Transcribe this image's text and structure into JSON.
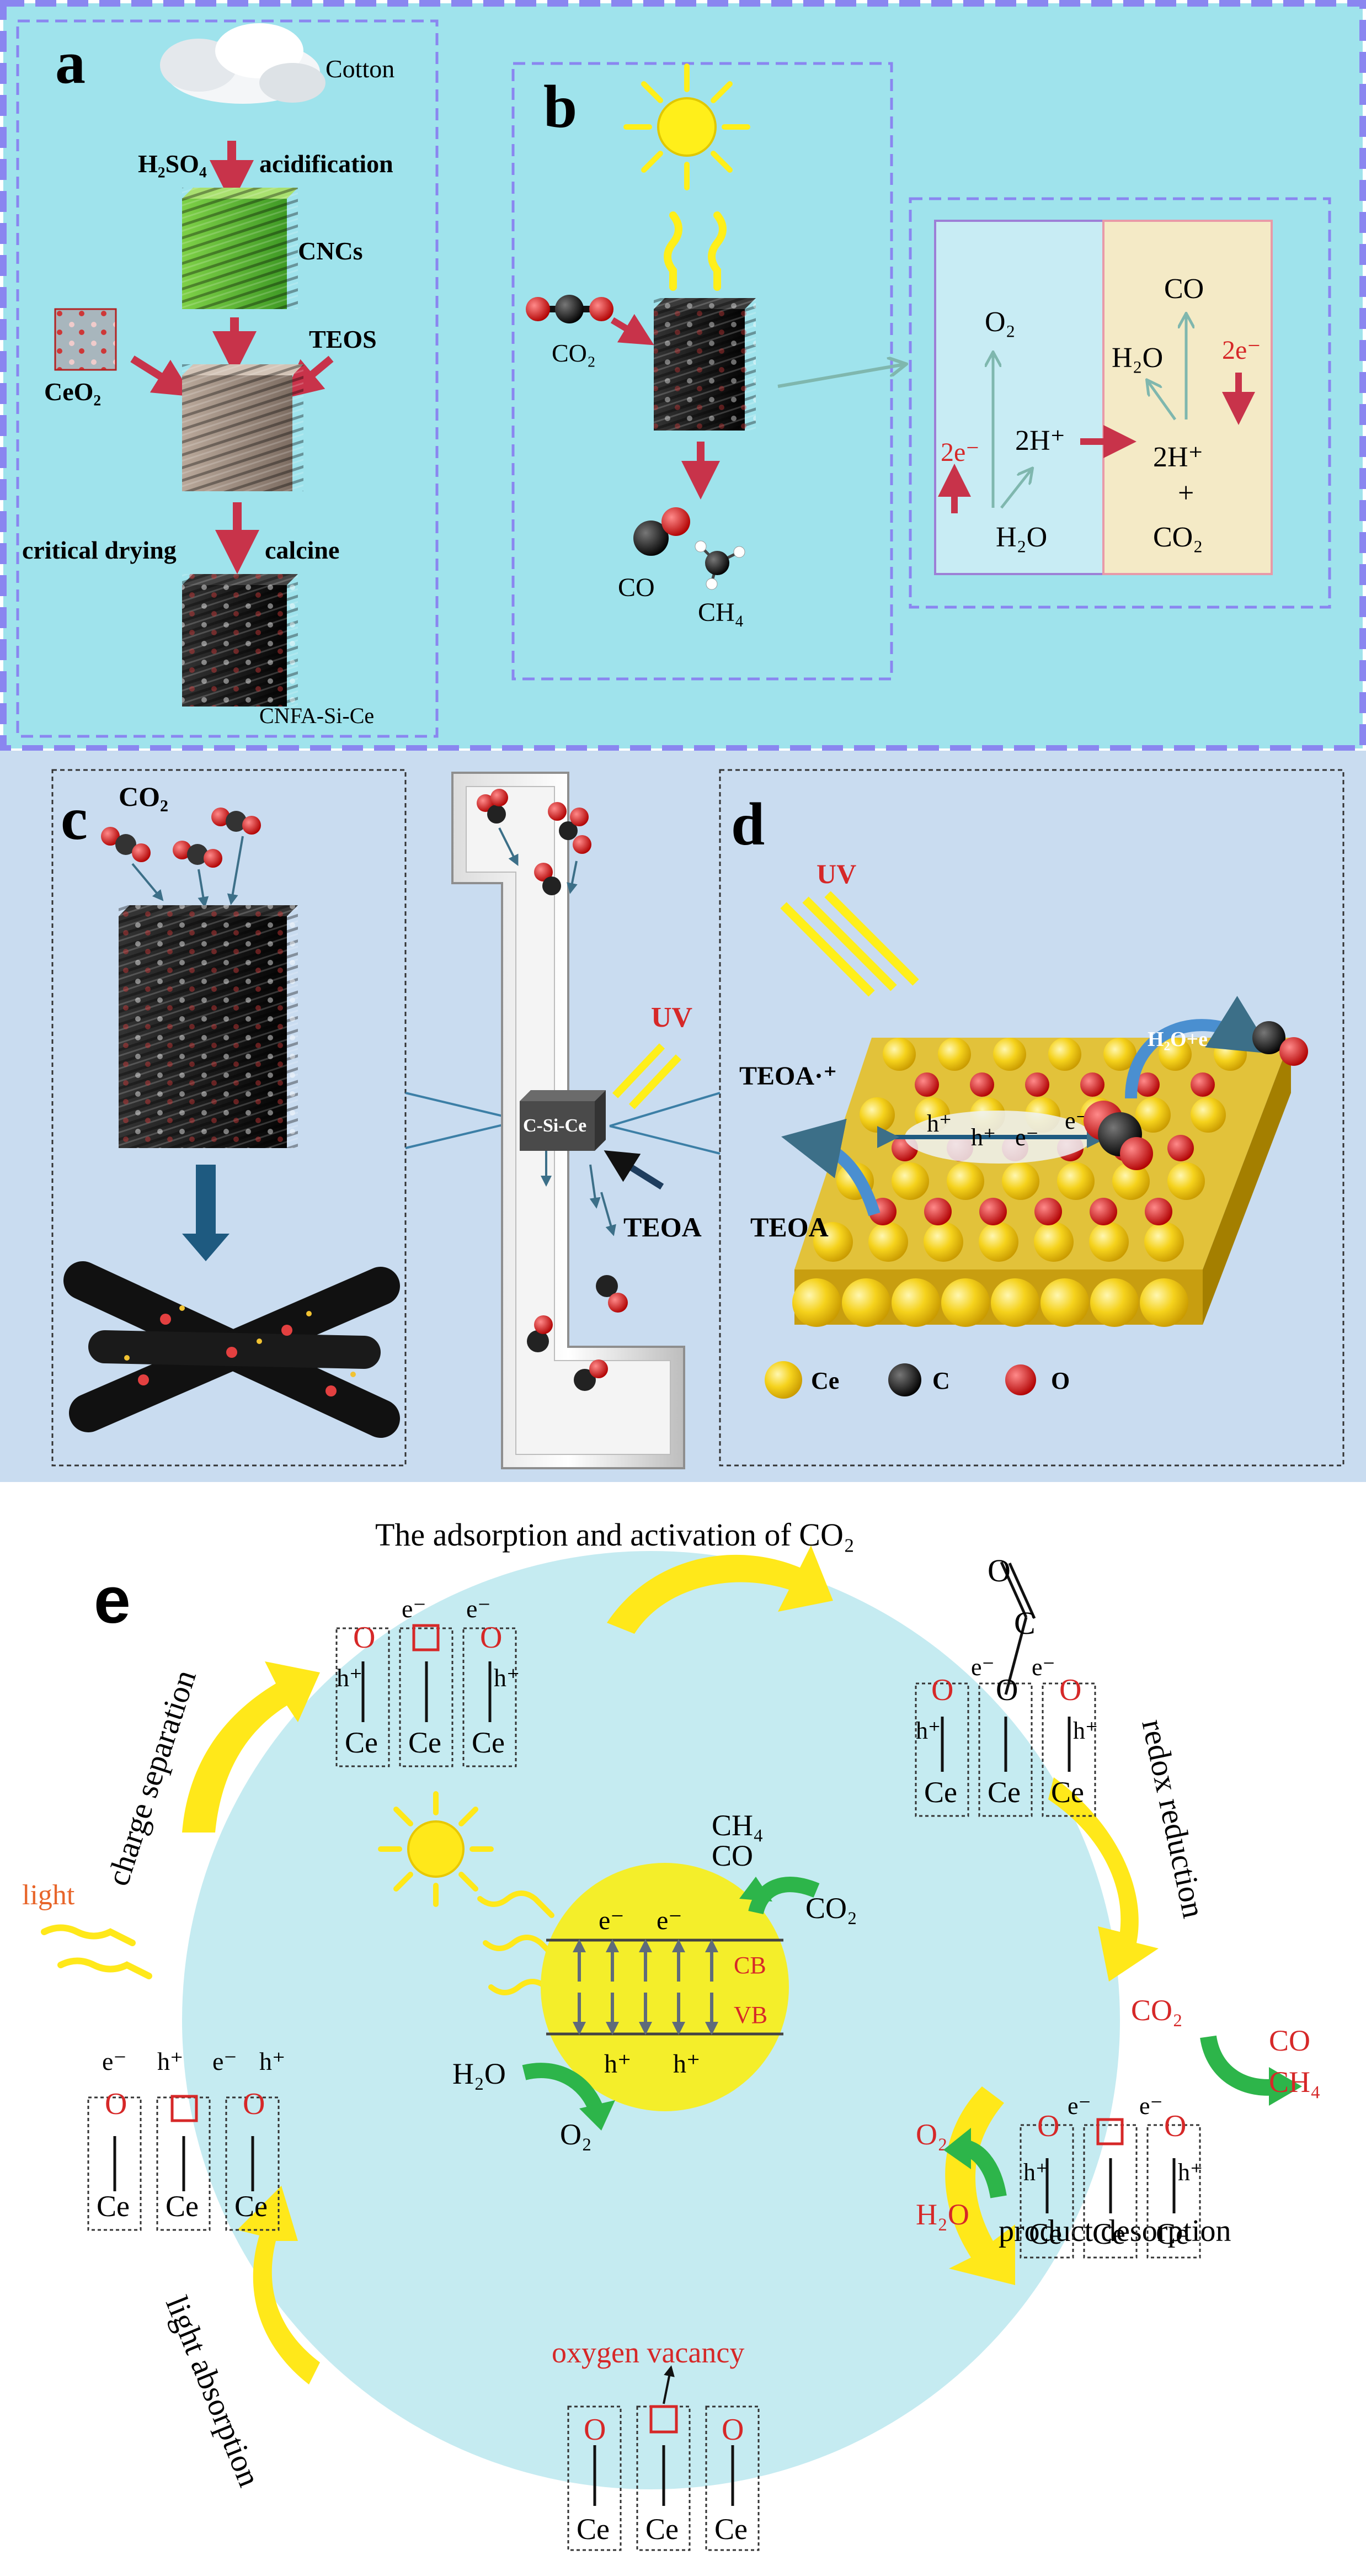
{
  "colors": {
    "panel_ab_bg": "#9fe3ec",
    "panel_cd_bg": "#c9dcf0",
    "panel_e_circle": "#c5ebf1",
    "arrow_red": "#c8334a",
    "sun_yellow": "#ffef1a",
    "product_green": "#2db54a",
    "cb_yellow": "#f4ee2a",
    "dashed_purple": "#8a86f0",
    "red_text": "#d62828",
    "orange_text": "#e8652a"
  },
  "panel_a": {
    "letter": "a",
    "cotton": "Cotton",
    "acid_reagent": "H₂SO₄",
    "acidification": "acidification",
    "cncs": "CNCs",
    "ceo2": "CeO₂",
    "teos": "TEOS",
    "critical_drying": "critical drying",
    "calcine": "calcine",
    "product": "CNFA-Si-Ce"
  },
  "panel_b": {
    "letter": "b",
    "co2": "CO₂",
    "co": "CO",
    "ch4": "CH₄",
    "mech": {
      "o2": "O₂",
      "two_e_left": "2e⁻",
      "two_h": "2H⁺",
      "h2o_left": "H₂O",
      "co_right": "CO",
      "h2o_right": "H₂O",
      "two_e_right": "2e⁻",
      "two_h_right": "2H⁺",
      "plus": "+",
      "co2_right": "CO₂"
    }
  },
  "panel_c": {
    "letter": "c",
    "co2": "CO₂",
    "uv": "UV",
    "csice": "C-Si-Ce",
    "teoa": "TEOA"
  },
  "panel_d": {
    "letter": "d",
    "uv": "UV",
    "teoa_radical": "TEOA·⁺",
    "teoa": "TEOA",
    "h2o_e": "H₂O+e",
    "h_plus": "h⁺",
    "e_minus": "e⁻",
    "legend": [
      {
        "symbol": "Ce",
        "color": "#f5d21c"
      },
      {
        "symbol": "C",
        "color": "#111111"
      },
      {
        "symbol": "O",
        "color": "#d01818"
      }
    ]
  },
  "panel_e": {
    "letter": "e",
    "step_adsorption": "The adsorption and activation of CO₂",
    "step_redox": "redox reduction",
    "step_desorption": "product desorption",
    "step_light_abs": "light absorption",
    "step_charge_sep": "charge separation",
    "light": "light",
    "oxygen_vacancy": "oxygen vacancy",
    "o": "O",
    "c": "C",
    "ce": "Ce",
    "h_plus": "h⁺",
    "e_minus": "e⁻",
    "cb": "CB",
    "vb": "VB",
    "center_ch4": "CH₄",
    "center_co": "CO",
    "center_co2": "CO₂",
    "center_h2o": "H₂O",
    "center_o2": "O₂",
    "right_co2": "CO₂",
    "right_co": "CO",
    "right_ch4": "CH₄",
    "right_o2": "O₂",
    "right_h2o": "H₂O"
  }
}
